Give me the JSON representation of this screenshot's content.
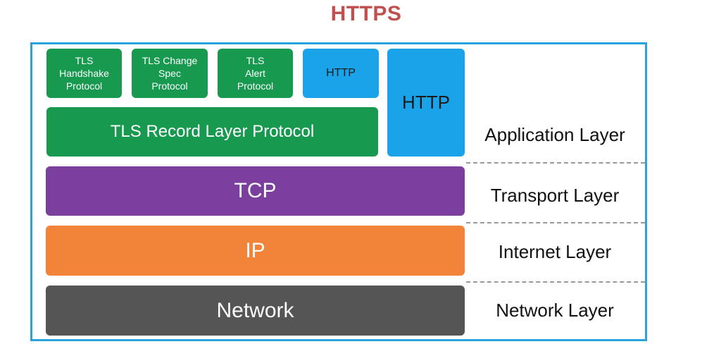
{
  "title": "HTTPS",
  "stack": {
    "tls_handshake": "TLS\nHandshake\nProtocol",
    "tls_change_spec": "TLS Change\nSpec\nProtocol",
    "tls_alert": "TLS\nAlert\nProtocol",
    "http_small": "HTTP",
    "http_tall": "HTTP",
    "tls_record": "TLS Record Layer Protocol",
    "tcp": "TCP",
    "ip": "IP",
    "network": "Network"
  },
  "layers": {
    "application": "Application Layer",
    "transport": "Transport Layer",
    "internet": "Internet Layer",
    "network": "Network Layer"
  },
  "colors": {
    "title": "#c0504d",
    "frame": "#2aa3dc",
    "tls": "#17994f",
    "http": "#1aa3e8",
    "tcp": "#7b3f9d",
    "ip": "#f2843a",
    "network": "#555555"
  }
}
